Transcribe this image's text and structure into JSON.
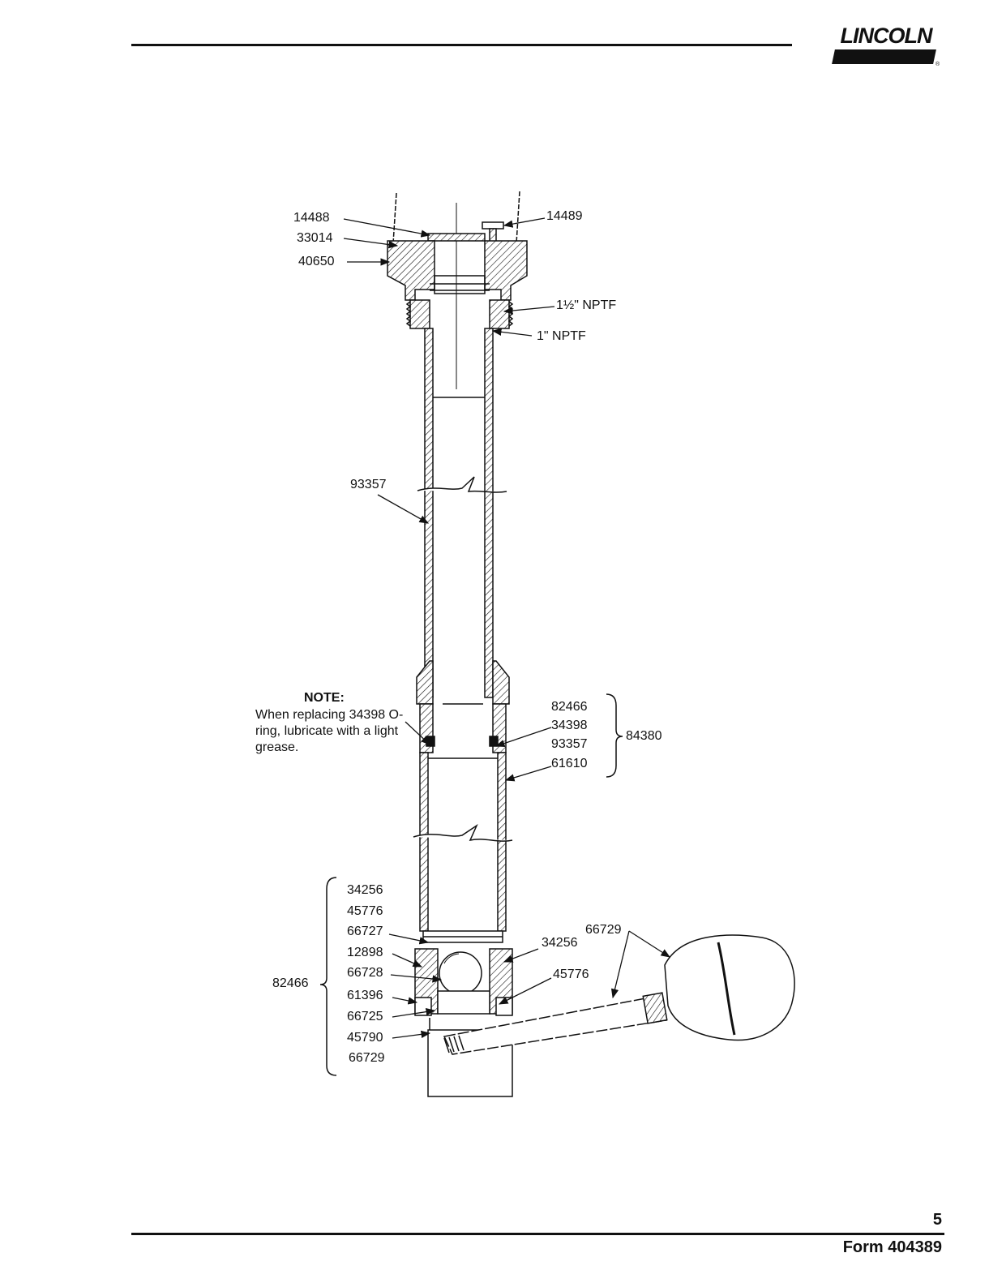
{
  "brand": {
    "logo_text": "LINCOLN",
    "registered_mark": "®"
  },
  "footer": {
    "page_number": "5",
    "form_number": "Form 404389"
  },
  "diagram": {
    "labels": {
      "p14488": "14488",
      "p33014": "33014",
      "p40650": "40650",
      "p14489": "14489",
      "thread_1_5": "1½\" NPTF",
      "thread_1": "1\" NPTF",
      "p93357_top": "93357",
      "p82466_a": "82466",
      "p34398": "34398",
      "p93357_mid": "93357",
      "p61610": "61610",
      "group_84380": "84380",
      "p34256_l": "34256",
      "p45776_l": "45776",
      "p66727": "66727",
      "p12898": "12898",
      "p66728": "66728",
      "p61396": "61396",
      "p66725": "66725",
      "p45790": "45790",
      "p66729_l": "66729",
      "group_82466": "82466",
      "p34256_r": "34256",
      "p45776_r": "45776",
      "p66729_r": "66729"
    },
    "note": {
      "title": "NOTE:",
      "body": "When replacing 34398 O-ring, lubricate with a light grease."
    }
  }
}
